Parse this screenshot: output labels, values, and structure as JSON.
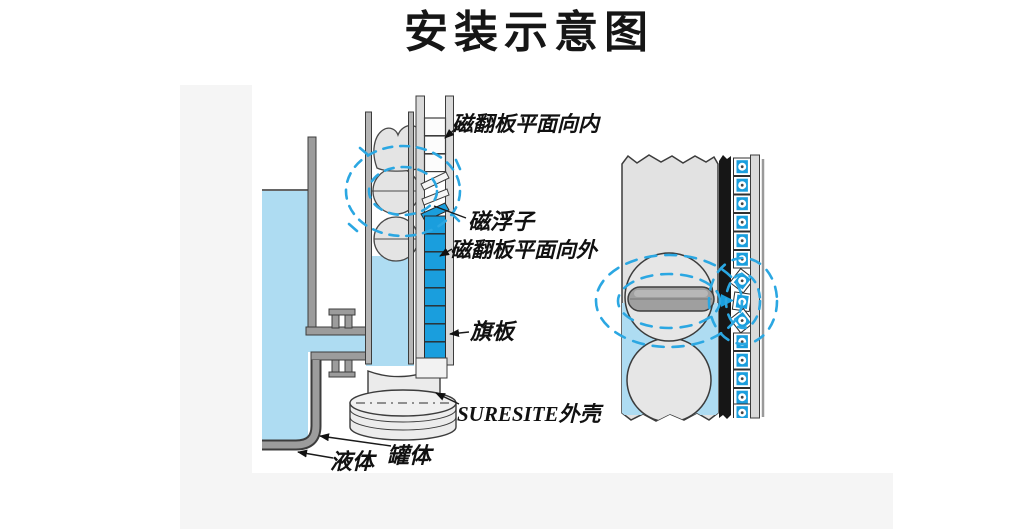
{
  "title": "安装示意图",
  "labels": {
    "flap_inward": "磁翻板平面向内",
    "magnetic_float": "磁浮子",
    "flap_outward": "磁翻板平面向外",
    "flag_plate": "旗板",
    "housing": "SURESITE外壳",
    "liquid": "液体",
    "tank_body": "罐体"
  },
  "colors": {
    "liquid-blue": "#aedcf2",
    "flap-blue": "#1a9edd",
    "field-dash": "#2ba7e2",
    "wall-gray": "#9c9c9c",
    "metal-light": "#e6e6e6",
    "magnet-gray": "#9f9f9f",
    "outline-dark": "#3c3c3c",
    "strip-black": "#161616",
    "panel-gray": "#f5f5f5",
    "ink": "#111111"
  }
}
